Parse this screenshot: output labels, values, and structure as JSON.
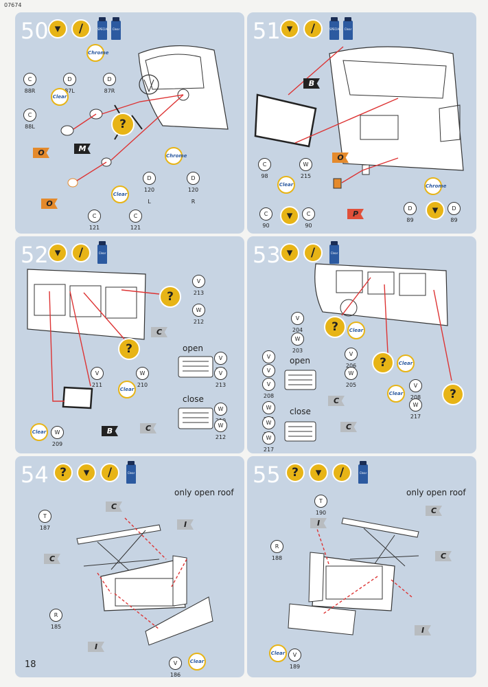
{
  "page": {
    "code": "07674",
    "number": "18"
  },
  "icons": {
    "glue": "glue-icon",
    "brush": "brush-icon",
    "paint": "paint-jar-icon",
    "question": "question-icon",
    "chrome": "chrome-coat-icon",
    "clear": "clear-coat-icon"
  },
  "coat_labels": {
    "chrome": "Chrome",
    "clear": "Clear"
  },
  "paint_labels": {
    "special": "SPECIAL",
    "clear": "Clear"
  },
  "question_mark": "?",
  "steps": {
    "s50": {
      "number": "50",
      "flags": [
        "O",
        "M",
        "O"
      ],
      "parts": [
        "C 88R",
        "D 87L",
        "D 87R",
        "C 88L",
        "D 120 L",
        "D 120 R",
        "C 121 L",
        "C 121 R"
      ]
    },
    "s51": {
      "number": "51",
      "flags": [
        "B",
        "O",
        "P"
      ],
      "parts": [
        "C 98",
        "W 215",
        "C 90",
        "C 90",
        "D 89",
        "D 89"
      ]
    },
    "s52": {
      "number": "52",
      "flags": [
        "C",
        "B",
        "C"
      ],
      "parts": [
        "V 213",
        "W 212",
        "V 211",
        "W 210",
        "W 209",
        "V 211",
        "V 213",
        "W 210",
        "W 212"
      ],
      "open": "open",
      "close": "close"
    },
    "s53": {
      "number": "53",
      "flags": [
        "C",
        "C"
      ],
      "parts": [
        "V 204",
        "W 203",
        "V 206",
        "W 205",
        "V 208",
        "W 217",
        "V 204",
        "V 206",
        "V 208",
        "W 203",
        "W 205",
        "W 217"
      ],
      "open": "open",
      "close": "close"
    },
    "s54": {
      "number": "54",
      "flags": [
        "C",
        "C",
        "I",
        "I"
      ],
      "parts": [
        "T 187",
        "R 185",
        "V 186"
      ],
      "note": "only open roof"
    },
    "s55": {
      "number": "55",
      "flags": [
        "C",
        "C",
        "I",
        "I"
      ],
      "parts": [
        "T 190",
        "R 188",
        "V 189"
      ],
      "note": "only open roof"
    }
  }
}
